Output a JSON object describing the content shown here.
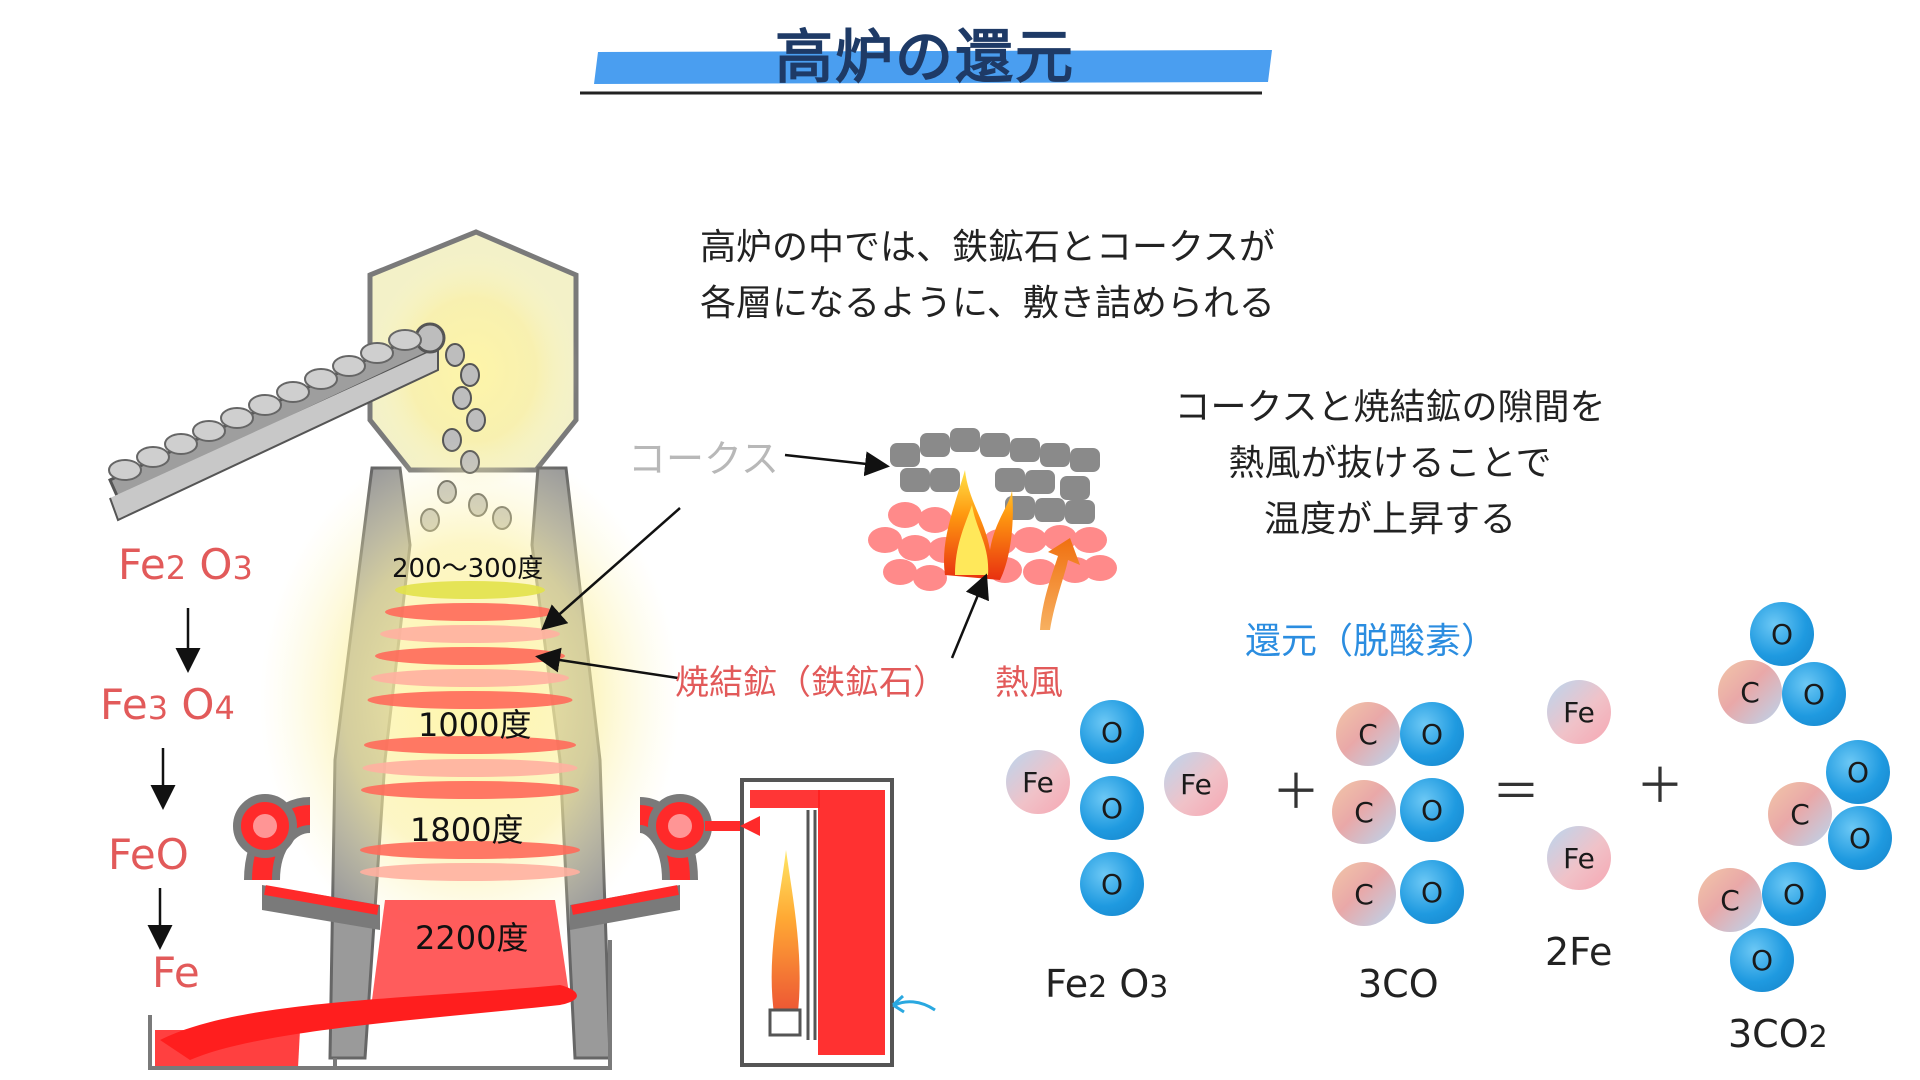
{
  "title": "高炉の還元",
  "description_top": [
    "高炉の中では、鉄鉱石とコークスが",
    "各層になるように、敷き詰められる"
  ],
  "description_right": [
    "コークスと焼結鉱の隙間を",
    "熱風が抜けることで",
    "温度が上昇する"
  ],
  "labels": {
    "coke": "コークス",
    "sinter": "焼結鉱（鉄鉱石）",
    "hot_air": "熱風",
    "reduction": "還元（脱酸素）"
  },
  "temperatures": [
    "200〜300度",
    "1000度",
    "1800度",
    "2200度"
  ],
  "oxide_sequence": {
    "fe2o3": [
      "Fe",
      "2",
      "O",
      "3"
    ],
    "fe3o4": [
      "Fe",
      "3",
      "O",
      "4"
    ],
    "feo": "FeO",
    "fe": "Fe"
  },
  "equation": {
    "plus": "＋",
    "equals": "＝",
    "atom_O": "O",
    "atom_C": "C",
    "atom_Fe": "Fe",
    "fe2o3": [
      "Fe",
      "2",
      "O",
      "3"
    ],
    "co3": "3CO",
    "fe2": "2Fe",
    "co2": [
      "3CO",
      "2"
    ]
  },
  "colors": {
    "title_bar": "#4a9ef0",
    "oxide_red": "#e25a5a",
    "reduction_blue": "#2b8de0",
    "oxygen": "#1f9ae0",
    "furnace_gray": "#9a9a9a",
    "molten_red": "#ff1e1e"
  }
}
